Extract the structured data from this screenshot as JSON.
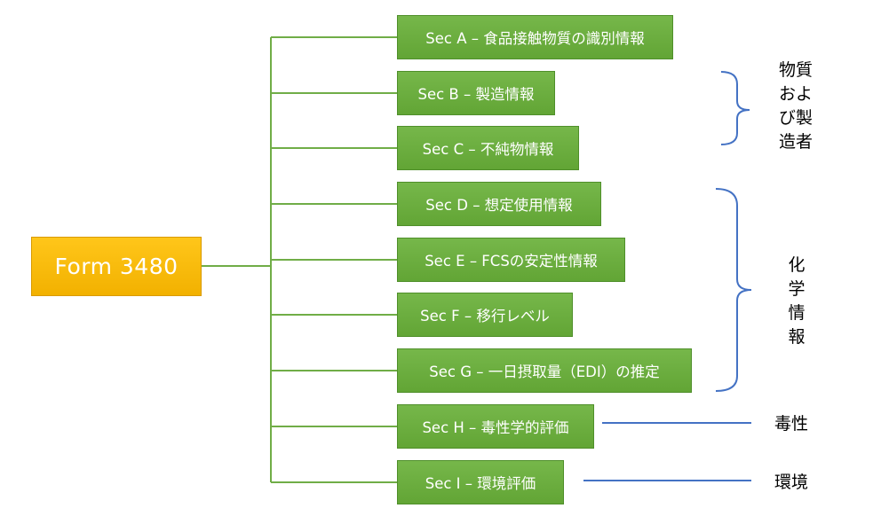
{
  "root": {
    "label": "Form 3480"
  },
  "sections": [
    {
      "id": "A",
      "label": "Sec A – 食品接触物質の識別情報"
    },
    {
      "id": "B",
      "label": "Sec B – 製造情報"
    },
    {
      "id": "C",
      "label": "Sec C – 不純物情報"
    },
    {
      "id": "D",
      "label": "Sec D – 想定使用情報"
    },
    {
      "id": "E",
      "label": "Sec E –  FCSの安定性情報"
    },
    {
      "id": "F",
      "label": "Sec F – 移行レベル"
    },
    {
      "id": "G",
      "label": "Sec G – 一日摂取量（EDI）の推定"
    },
    {
      "id": "H",
      "label": "Sec H – 毒性学的評価"
    },
    {
      "id": "I",
      "label": "Sec I – 環境評価"
    }
  ],
  "groups": {
    "substance_manufacturer": "物質および製造者",
    "chemical_info": "化学情報",
    "toxicity": "毒性",
    "environment": "環境"
  },
  "colors": {
    "root_fill": "#f5b80a",
    "section_fill": "#6aaa3e",
    "connector": "#70ad47",
    "bracket": "#4472c4"
  }
}
